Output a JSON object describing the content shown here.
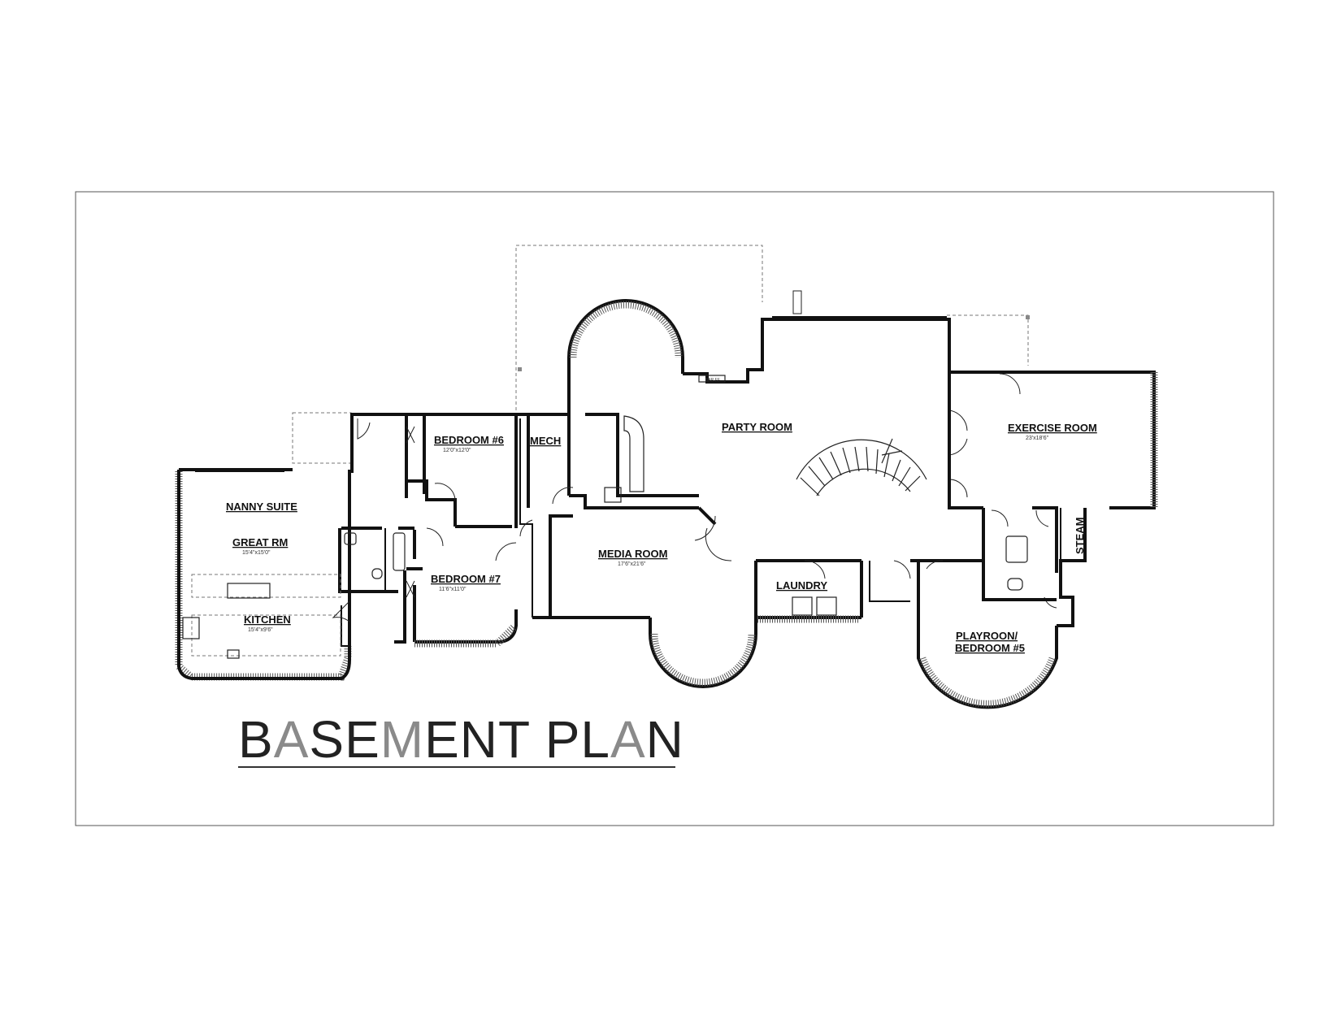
{
  "sheet": {
    "title": "BASEMENT PLAN",
    "title_parts": [
      {
        "text": "B",
        "tone": "dark"
      },
      {
        "text": "A",
        "tone": "gray"
      },
      {
        "text": "SE",
        "tone": "dark"
      },
      {
        "text": "M",
        "tone": "gray"
      },
      {
        "text": "ENT PL",
        "tone": "dark"
      },
      {
        "text": "A",
        "tone": "gray"
      },
      {
        "text": "N",
        "tone": "dark"
      }
    ],
    "colors": {
      "ink": "#111111",
      "gray_letters": "#8a8a8a",
      "paper": "#ffffff"
    }
  },
  "rooms": {
    "nanny_suite": "NANNY SUITE",
    "great_rm": "GREAT RM",
    "great_rm_dim": "15'4\"x15'0\"",
    "kitchen": "KITCHEN",
    "kitchen_dim": "15'4\"x9'6\"",
    "bedroom_6": "BEDROOM #6",
    "bedroom_6_dim": "12'0\"x12'0\"",
    "bedroom_7": "BEDROOM #7",
    "bedroom_7_dim": "11'6\"x11'0\"",
    "mech": "MECH",
    "media_room": "MEDIA ROOM",
    "media_room_dim": "17'6\"x21'6\"",
    "party_room": "PARTY ROOM",
    "exercise_room": "EXERCISE ROOM",
    "exercise_room_dim": "23'x18'6\"",
    "laundry": "LAUNDRY",
    "steam": "STEAM",
    "playroon_line1": "PLAYROON/",
    "playroon_line2": "BEDROOM #5",
    "bar_tag": "BAR FF"
  }
}
